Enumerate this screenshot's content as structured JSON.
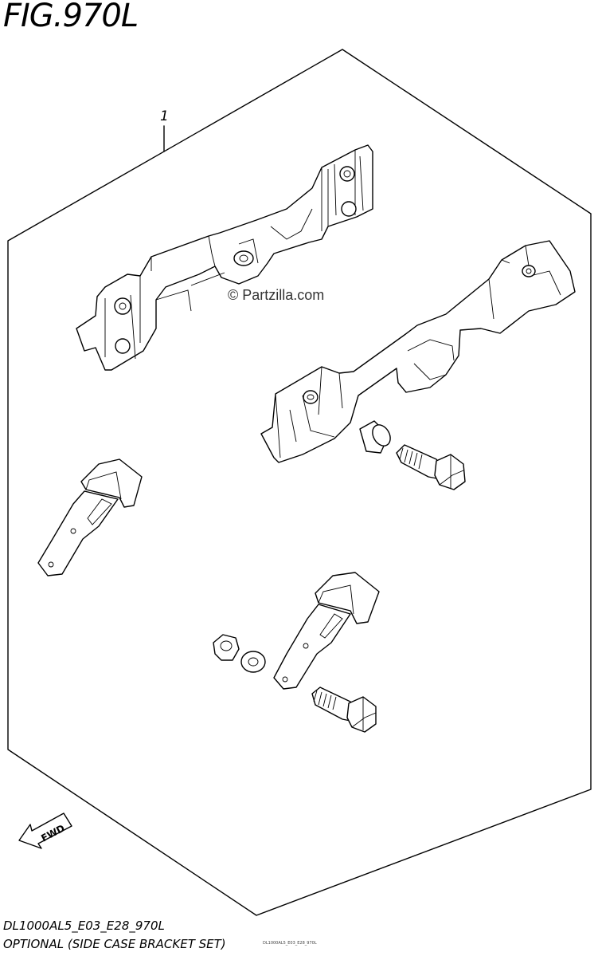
{
  "figure": {
    "title": "FIG.970L",
    "callout_number": "1",
    "watermark": "© Partzilla.com",
    "fwd_label": "FWD",
    "footer_code": "DL1000AL5_E03_E28_970L",
    "footer_name": "OPTIONAL (SIDE CASE BRACKET SET)",
    "footer_small": "DL1000AL5_E03_E28_970L"
  },
  "parts": [
    {
      "icon": "side-case-bracket-left-icon"
    },
    {
      "icon": "side-case-bracket-right-icon"
    },
    {
      "icon": "collar-icon"
    },
    {
      "icon": "bolt-icon"
    },
    {
      "icon": "hook-bracket-icon"
    },
    {
      "icon": "hook-bracket-icon"
    },
    {
      "icon": "nut-icon"
    },
    {
      "icon": "washer-icon"
    },
    {
      "icon": "bolt-icon"
    },
    {
      "icon": "fwd-arrow-icon"
    }
  ]
}
